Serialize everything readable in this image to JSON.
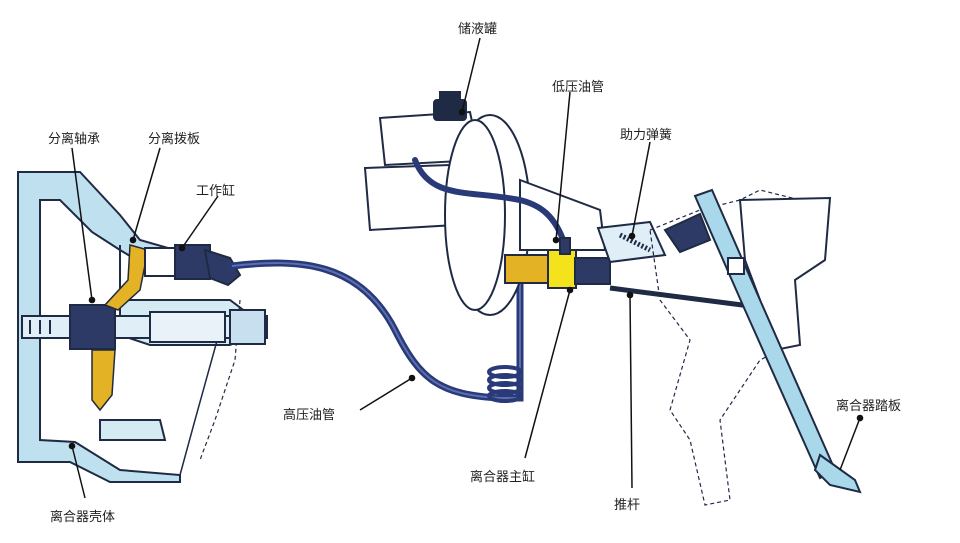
{
  "labels": {
    "reservoir": "储液罐",
    "release_bearing": "分离轴承",
    "release_fork": "分离拨板",
    "low_pressure_pipe": "低压油管",
    "assist_spring": "助力弹簧",
    "slave_cylinder": "工作缸",
    "high_pressure_pipe": "高压油管",
    "clutch_housing": "离合器壳体",
    "master_cylinder": "离合器主缸",
    "push_rod": "推杆",
    "clutch_pedal": "离合器踏板"
  },
  "colors": {
    "housing_fill": "#bfe0ee",
    "outline": "#1f2a44",
    "pipe": "#2a3a78",
    "brass": "#e3b325",
    "yellow": "#f3e21c",
    "pedal_fill": "#a9d8ea",
    "leader": "#111111"
  }
}
